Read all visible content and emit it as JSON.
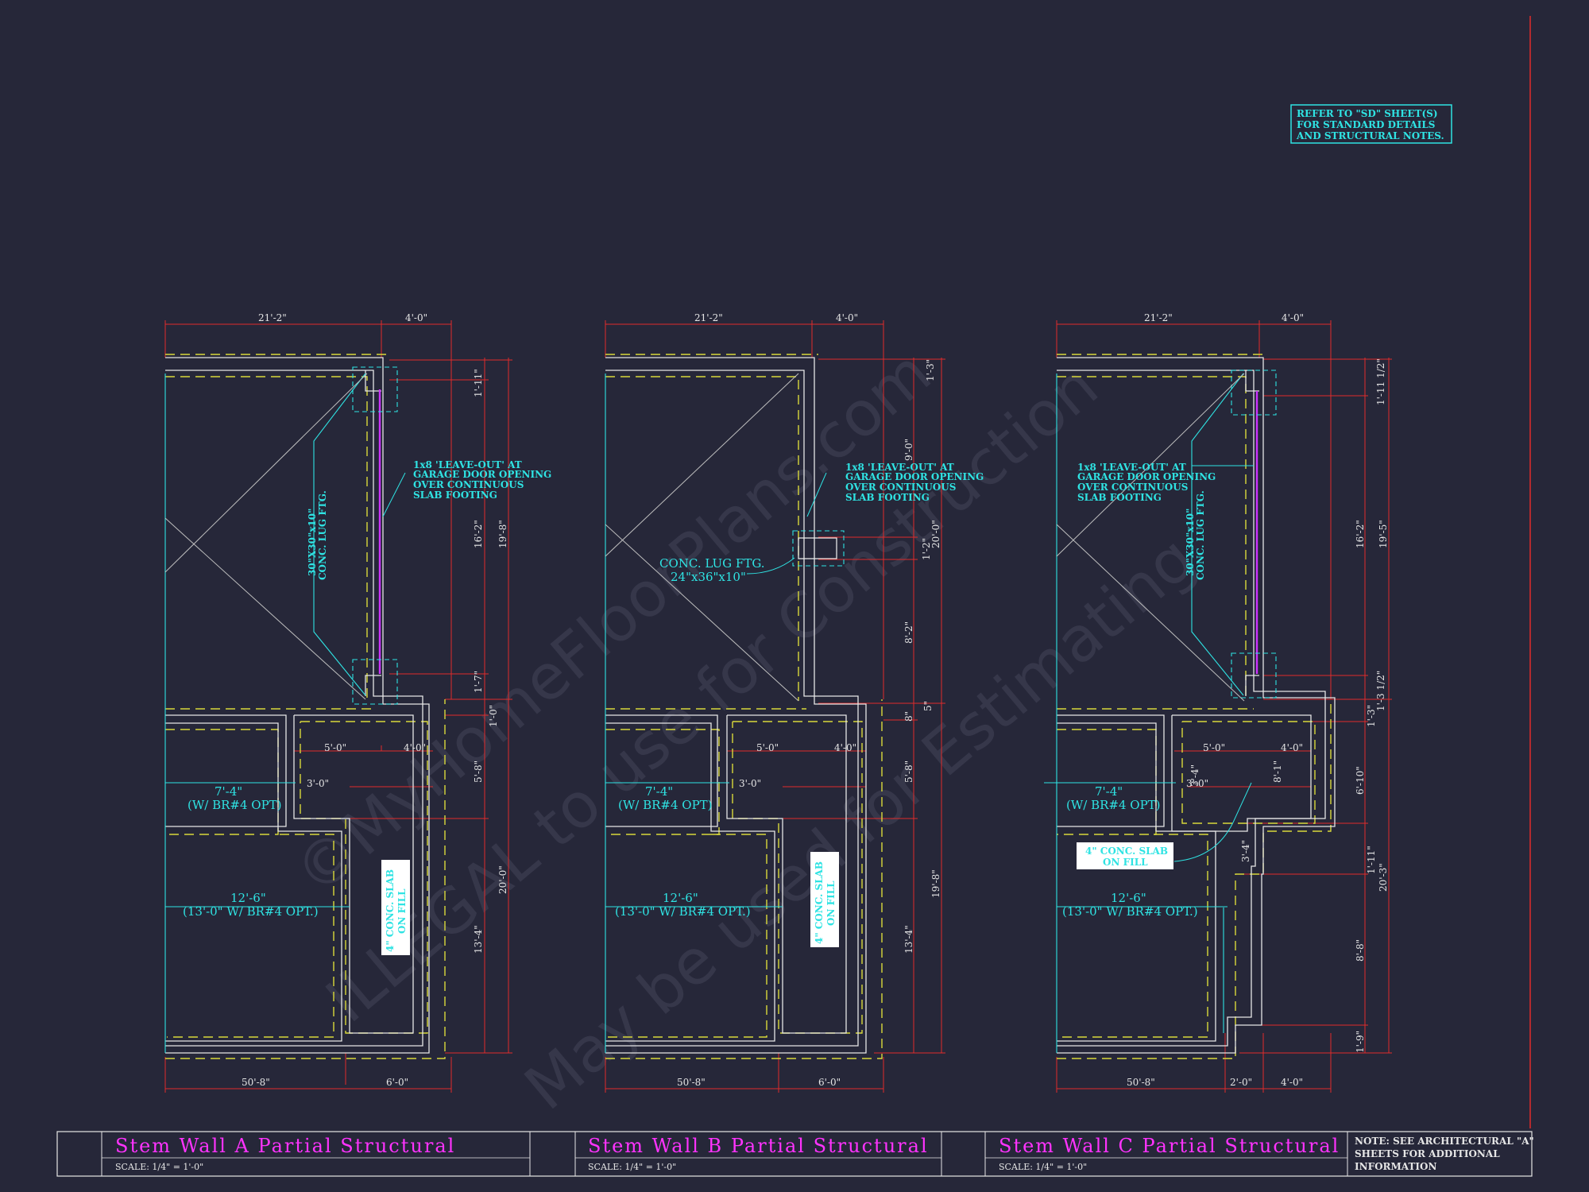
{
  "refer_note": [
    "REFER TO \"SD\" SHEET(S)",
    "FOR STANDARD DETAILS",
    "AND STRUCTURAL NOTES."
  ],
  "watermark": [
    "©MyHomeFloorPlans.com",
    "ILLEGAL to use for Construction",
    "May be used for Estimating"
  ],
  "colors": {
    "background": "#262739",
    "wall": "#e6e6e6",
    "footing": "#d9d93a",
    "dimension": "#e02b2b",
    "note": "#2fe3e3",
    "title": "#ff33ff"
  },
  "plans": [
    {
      "title": "Stem Wall A Partial Structural",
      "scale": "SCALE: 1/4\" = 1'-0\"",
      "top_dims": [
        "21'-2\"",
        "4'-0\""
      ],
      "bottom_dims": [
        "50'-8\"",
        "6'-0\""
      ],
      "right_dims": [
        "1'-11\"",
        "16'-2\"",
        "1'-7\"",
        "1'-0\"",
        "5'-8\"",
        "13'-4\""
      ],
      "outer_dims": [
        "19'-8\"",
        "20'-0\""
      ],
      "notes": {
        "leave_out": [
          "1x8 'LEAVE-OUT' AT",
          "GARAGE DOOR OPENING",
          "OVER CONTINUOUS",
          "SLAB FOOTING"
        ],
        "lug": [
          "30\"X30\"x10\"",
          "CONC. LUG FTG."
        ],
        "slab": [
          "4\" CONC. SLAB",
          "ON FILL"
        ],
        "br1": [
          "7'-4\"",
          "(W/ BR#4 OPT)"
        ],
        "br2": [
          "12'-6\"",
          "(13'-0\" W/ BR#4 OPT.)"
        ]
      },
      "inner_dims": [
        "5'-0\"",
        "4'-0\"",
        "3'-0\""
      ]
    },
    {
      "title": "Stem Wall B Partial Structural",
      "scale": "SCALE: 1/4\" = 1'-0\"",
      "top_dims": [
        "21'-2\"",
        "4'-0\""
      ],
      "bottom_dims": [
        "50'-8\"",
        "6'-0\""
      ],
      "right_dims": [
        "1'-3\"",
        "9'-0\"",
        "1'-2\"",
        "8'-2\"",
        "5\"",
        "8\"",
        "5'-8\"",
        "13'-4\""
      ],
      "outer_dims": [
        "20'-0\"",
        "19'-8\""
      ],
      "notes": {
        "leave_out": [
          "1x8 'LEAVE-OUT' AT",
          "GARAGE DOOR OPENING",
          "OVER CONTINUOUS",
          "SLAB FOOTING"
        ],
        "lug": [
          "CONC. LUG FTG.",
          "24\"x36\"x10\""
        ],
        "slab": [
          "4\" CONC. SLAB",
          "ON FILL"
        ],
        "br1": [
          "7'-4\"",
          "(W/ BR#4 OPT)"
        ],
        "br2": [
          "12'-6\"",
          "(13'-0\" W/ BR#4 OPT.)"
        ]
      },
      "inner_dims": [
        "5'-0\"",
        "4'-0\"",
        "3'-0\""
      ]
    },
    {
      "title": "Stem Wall C Partial Structural",
      "scale": "SCALE: 1/4\" = 1'-0\"",
      "top_dims": [
        "21'-2\"",
        "4'-0\""
      ],
      "bottom_dims": [
        "50'-8\"",
        "2'-0\"",
        "4'-0\""
      ],
      "right_dims": [
        "1'-11 1/2\"",
        "16'-2\"",
        "1'-3 1/2\"",
        "1'-3\"",
        "6'-10\"",
        "1'-11\"",
        "8'-8\"",
        "1'-9\""
      ],
      "outer_dims": [
        "19'-5\"",
        "20'-3\""
      ],
      "notes": {
        "leave_out": [
          "1x8 'LEAVE-OUT' AT",
          "GARAGE DOOR OPENING",
          "OVER CONTINUOUS",
          "SLAB FOOTING"
        ],
        "lug": [
          "30\"X30\"x10\"",
          "CONC. LUG FTG."
        ],
        "slab": [
          "4\" CONC. SLAB",
          "ON FILL"
        ],
        "br1": [
          "7'-4\"",
          "(W/ BR#4 OPT)"
        ],
        "br2": [
          "12'-6\"",
          "(13'-0\" W/ BR#4 OPT.)"
        ]
      },
      "inner_dims": [
        "5'-0\"",
        "4'-0\"",
        "3'-0\"",
        "8'-1\"",
        "3'-4\"",
        "3'-4\""
      ]
    }
  ],
  "title_block_note": [
    "NOTE: SEE ARCHITECTURAL \"A\"",
    "SHEETS FOR ADDITIONAL",
    "INFORMATION"
  ]
}
